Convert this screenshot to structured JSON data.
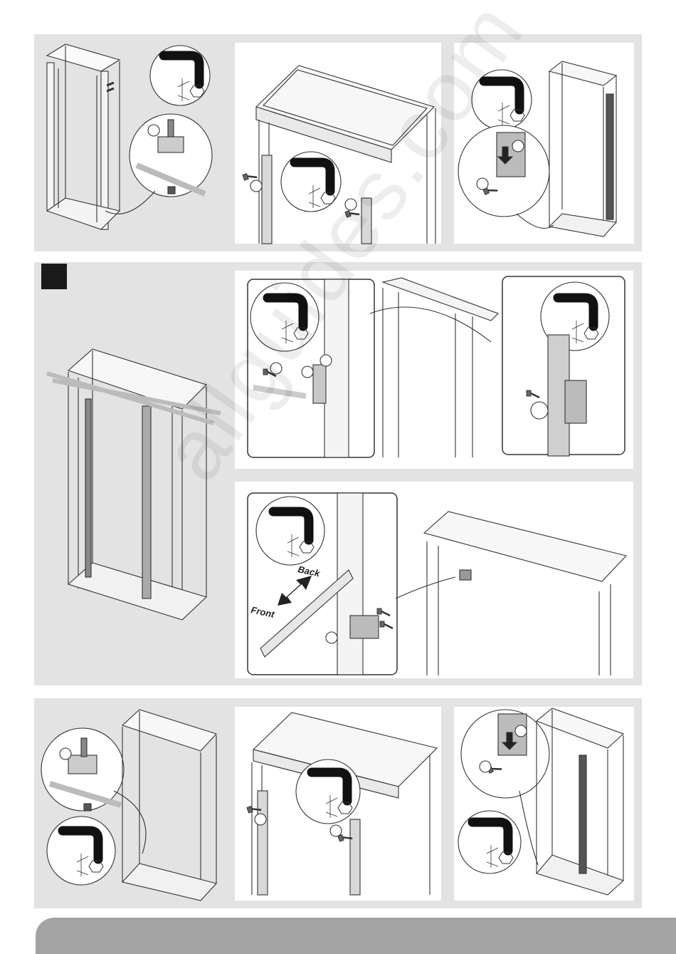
{
  "labels": {
    "back": "Back",
    "front": "Front"
  },
  "watermark": "allguides.com",
  "colors": {
    "band": "#e3e3e3",
    "footer": "#a3a3a3",
    "line": "#333333",
    "marker": "#1b1b1b"
  },
  "icons": [
    "hex-key-icon",
    "hex-nut-icon",
    "screw-icon",
    "arrow-icon"
  ]
}
